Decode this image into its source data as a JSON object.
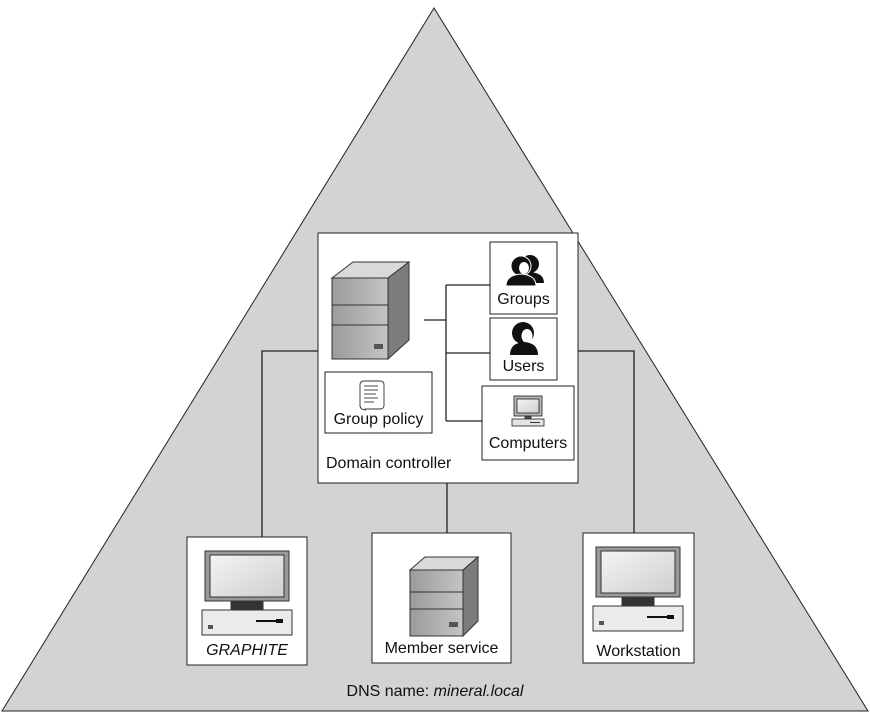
{
  "domain_controller": {
    "label": "Domain controller",
    "group_policy_label": "Group policy",
    "groups_label": "Groups",
    "users_label": "Users",
    "computers_label": "Computers"
  },
  "members": {
    "graphite_label": "GRAPHITE",
    "member_service_label": "Member service",
    "workstation_label": "Workstation"
  },
  "footer": {
    "dns_prefix": "DNS name: ",
    "dns_name": "mineral.local"
  },
  "icons": {
    "server": "server-icon",
    "policy": "policy-scroll-icon",
    "group": "group-icon",
    "user": "user-icon",
    "computer": "computer-icon",
    "desktop": "desktop-computer-icon"
  },
  "colors": {
    "triangle_fill": "#d2d3d5",
    "line": "#222222",
    "server_body": "#a9a9ab",
    "screen": "#e6e6e6"
  }
}
